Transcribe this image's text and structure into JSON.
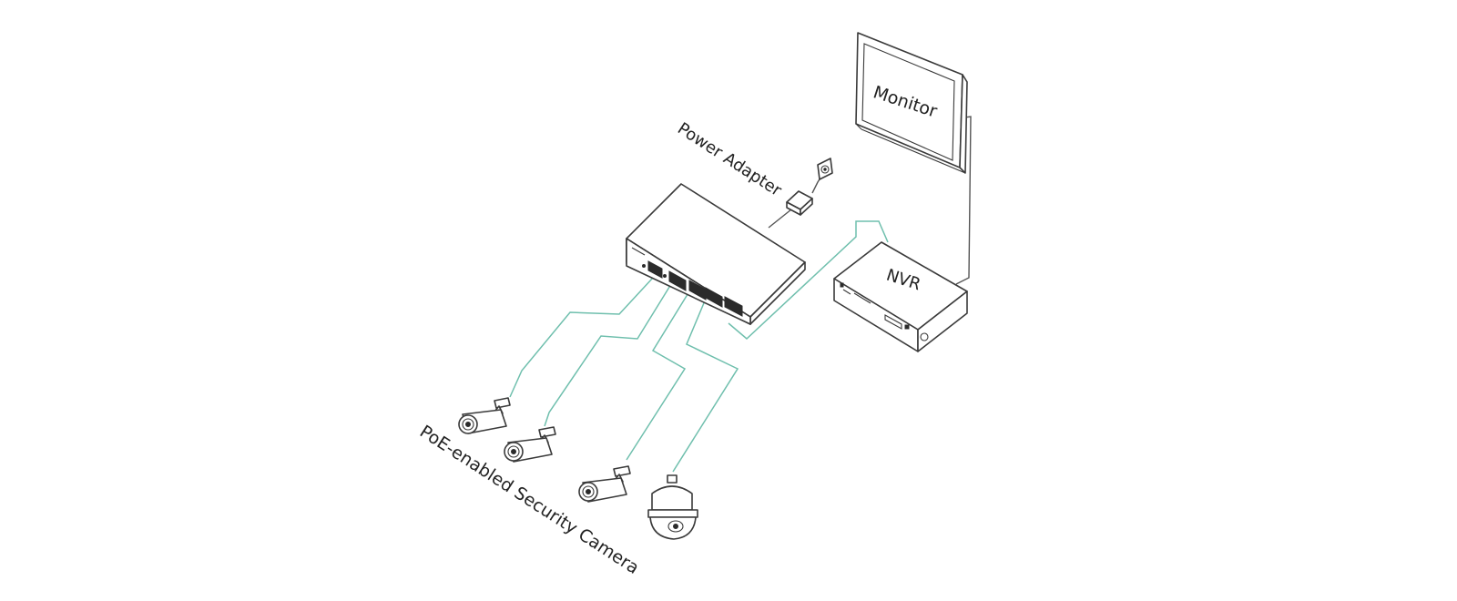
{
  "labels": {
    "monitor": "Monitor",
    "power_adapter": "Power Adapter",
    "nvr": "NVR",
    "cameras": "PoE-enabled Security Camera"
  },
  "colors": {
    "cable": "#6fbfad",
    "line": "#3a3a3a",
    "background": "#ffffff"
  },
  "devices": [
    {
      "name": "monitor",
      "icon": "monitor-icon"
    },
    {
      "name": "poe-switch",
      "icon": "network-switch-icon",
      "ports": 5
    },
    {
      "name": "power-adapter",
      "icon": "power-adapter-icon"
    },
    {
      "name": "wall-outlet",
      "icon": "wall-outlet-icon"
    },
    {
      "name": "nvr",
      "icon": "nvr-icon"
    },
    {
      "name": "bullet-camera-1",
      "icon": "bullet-camera-icon"
    },
    {
      "name": "bullet-camera-2",
      "icon": "bullet-camera-icon"
    },
    {
      "name": "bullet-camera-3",
      "icon": "bullet-camera-icon"
    },
    {
      "name": "dome-camera",
      "icon": "ptz-dome-camera-icon"
    }
  ]
}
